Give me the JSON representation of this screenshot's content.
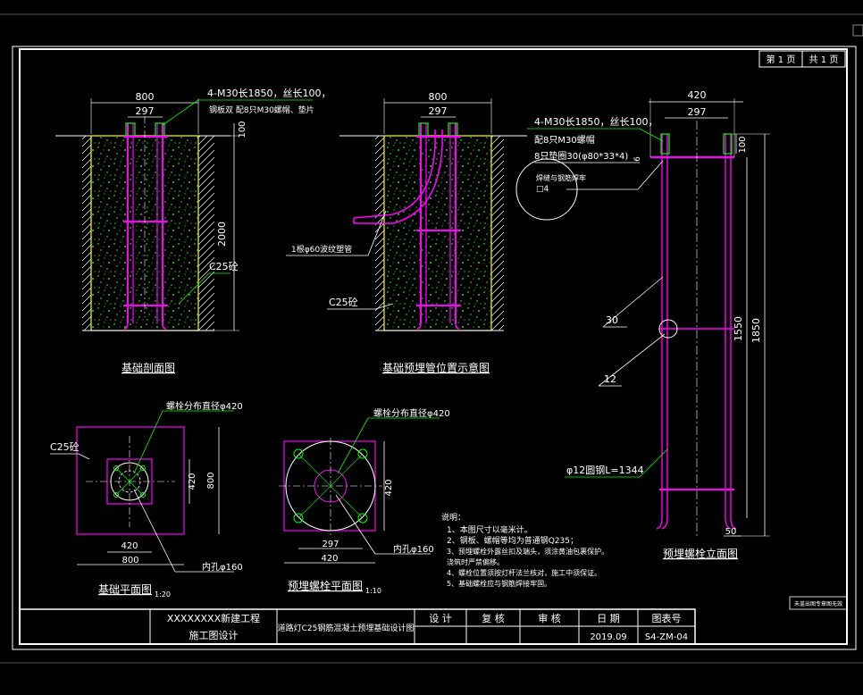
{
  "sheet": {
    "page_no": "第 1 页",
    "page_total": "共 1 页",
    "side_note": "未盖出图专章图无效"
  },
  "views": {
    "section": {
      "title": "基础剖面图",
      "dim_outer": "800",
      "dim_inner": "297",
      "dim_top": "100",
      "dim_height": "2000",
      "bolt_note": "4-M30长1850，丝长100，",
      "nut_note": "钢板双 配8只M30螺帽、垫片",
      "concrete": "C25砼"
    },
    "pipe": {
      "title": "基础预埋管位置示意图",
      "dim_outer": "800",
      "dim_inner": "297",
      "pipe_note": "1根φ60波纹塑管",
      "concrete": "C25砼"
    },
    "elevation": {
      "title": "预埋螺栓立面图",
      "dim_top": "420",
      "dim_inner": "297",
      "dim_100": "100",
      "dim_6": "6",
      "dim_1550": "1550",
      "dim_1850": "1850",
      "dim_50": "50",
      "bolt_note": "4-M30长1850，丝长100，",
      "nut_note": "配8只M30螺帽",
      "plate_note": "8只垫圈30(φ80*33*4)",
      "weld_note": "焊缝与钢筋焊牢",
      "weld_symbol": "□4",
      "label_30": "30",
      "label_12": "12",
      "rebar_note": "φ12圆钢L=1344"
    },
    "plan": {
      "title": "基础平面图",
      "scale": "1:20",
      "circle_note": "螺栓分布直径φ420",
      "concrete": "C25砼",
      "dim_420_v": "420",
      "dim_800_v": "800",
      "dim_420_h": "420",
      "dim_800_h": "800",
      "hole_note": "内孔φ160"
    },
    "bolt_plan": {
      "title": "预埋螺栓平面图",
      "scale": "1:10",
      "circle_note": "螺栓分布直径φ420",
      "dim_420_v": "420",
      "dim_297": "297",
      "dim_420_h": "420",
      "hole_note": "内孔φ160"
    }
  },
  "notes": {
    "heading": "说明：",
    "items": [
      "1、本图尺寸以毫米计。",
      "2、钢板、螺帽等均为普通钢Q235；",
      "3、预埋螺栓外露丝扣及端头，须涂黄油包裹保护。",
      "   浇筑时严禁偏移。",
      "4、螺栓位置须按灯杆法兰核对，施工中须保证。",
      "5、基础螺栓应与钢筋焊接牢固。"
    ]
  },
  "title_block": {
    "project_line1": "XXXXXXXX新建工程",
    "project_line2": "施工图设计",
    "drawing_name": "道路灯C25钢筋混凝土预埋基础设计图",
    "design": "设 计",
    "check": "复 核",
    "review": "审 核",
    "date_label": "日 期",
    "drawing_no_label": "图表号",
    "date_value": "2019.09",
    "drawing_no": "S4-ZM-04"
  },
  "colors": {
    "line": "#ffffff",
    "magenta": "#ff00ff",
    "green": "#00ff00",
    "yellow": "#ffff00",
    "concrete_dot": "#22dd22"
  }
}
